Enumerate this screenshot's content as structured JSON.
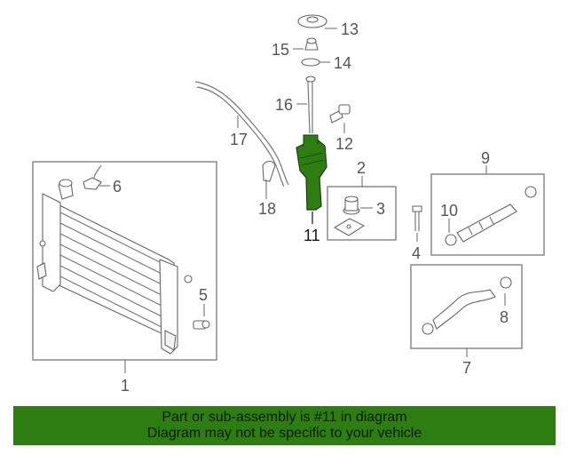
{
  "callouts": {
    "c1": "1",
    "c2": "2",
    "c3": "3",
    "c4": "4",
    "c5": "5",
    "c6": "6",
    "c7": "7",
    "c8": "8",
    "c9": "9",
    "c10": "10",
    "c11": "11",
    "c12": "12",
    "c13": "13",
    "c14": "14",
    "c15": "15",
    "c16": "16",
    "c17": "17",
    "c18": "18"
  },
  "highlight": {
    "part": "11",
    "color": "#2e7d12"
  },
  "banner": {
    "line1": "Part or sub-assembly is #11 in diagram",
    "line2": "Diagram may not be specific to your vehicle",
    "color": "#2e7d12"
  }
}
